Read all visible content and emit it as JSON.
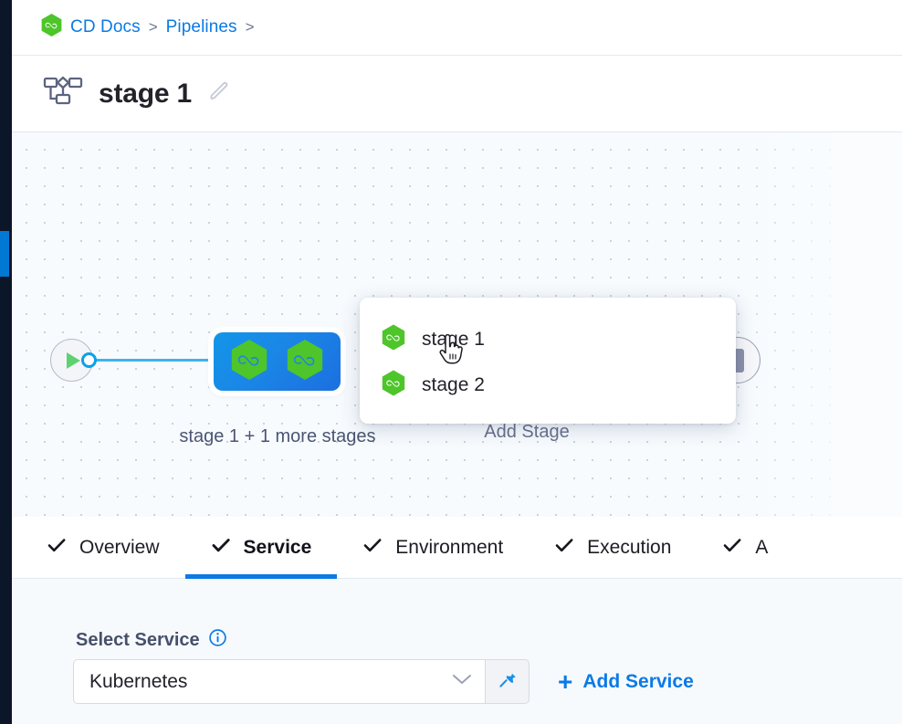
{
  "breadcrumb": {
    "logo_icon": "harness-cd-hexagon-icon",
    "items": [
      {
        "label": "CD Docs",
        "separator": ">"
      },
      {
        "label": "Pipelines",
        "separator": ">"
      }
    ]
  },
  "title_bar": {
    "icon": "pipeline-stage-diagram-icon",
    "title": "stage 1",
    "edit_icon": "pencil-edit-icon"
  },
  "canvas": {
    "start_node": {
      "icon": "play-triangle-icon"
    },
    "group_node": {
      "icons": [
        "harness-cd-hexagon-icon",
        "harness-cd-hexagon-icon"
      ],
      "caption": "stage 1 + 1 more stages"
    },
    "add_stage_label": "Add Stage",
    "end_node": {
      "icon": "stop-bar-icon"
    }
  },
  "stage_dropdown": {
    "items": [
      {
        "icon": "harness-cd-hexagon-icon",
        "label": "stage 1"
      },
      {
        "icon": "harness-cd-hexagon-icon",
        "label": "stage 2"
      }
    ],
    "cursor": "pointing-hand-cursor"
  },
  "tabs": [
    {
      "label": "Overview",
      "icon": "check-icon",
      "active": false
    },
    {
      "label": "Service",
      "icon": "check-icon",
      "active": true
    },
    {
      "label": "Environment",
      "icon": "check-icon",
      "active": false
    },
    {
      "label": "Execution",
      "icon": "check-icon",
      "active": false
    },
    {
      "label": "A",
      "icon": "check-icon",
      "active": false
    }
  ],
  "service_panel": {
    "field_label": "Select Service",
    "info_icon": "info-circle-icon",
    "select_value": "Kubernetes",
    "chevron_icon": "chevron-down-icon",
    "pin_icon": "pin-icon",
    "add_service_label": "Add Service",
    "add_service_plus": "+"
  },
  "colors": {
    "accent_blue": "#0b7ae5",
    "node_blue": "#1b86e6",
    "hex_green": "#4ec52a",
    "rail_navy": "#0b1628"
  }
}
